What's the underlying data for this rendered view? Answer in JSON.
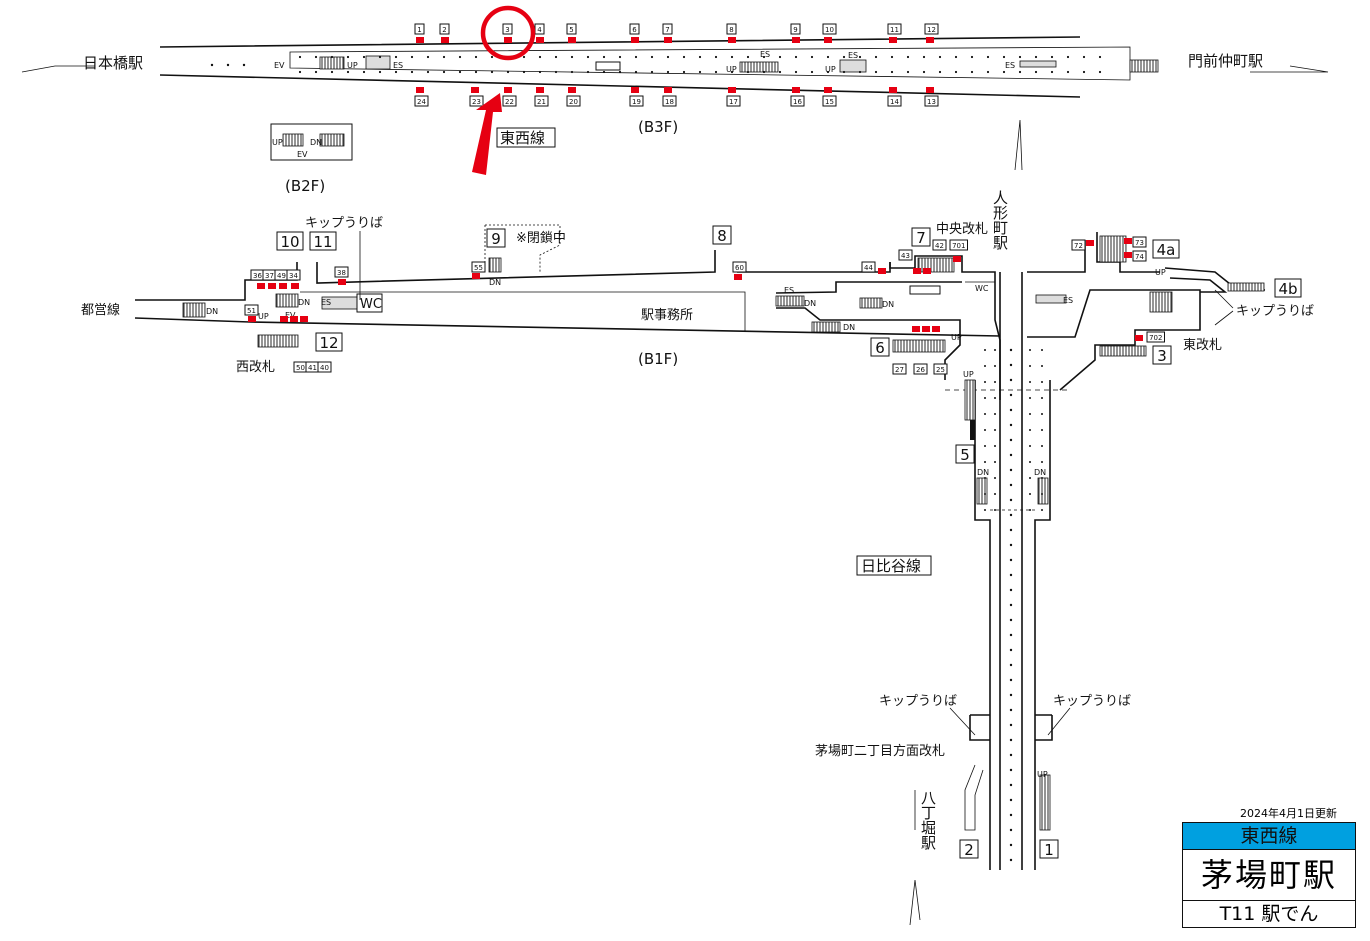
{
  "stations": {
    "west": "日本橋駅",
    "east": "門前仲町駅",
    "ningyocho": "人形町駅",
    "hatchobori": "八丁堀駅"
  },
  "floors": {
    "b3f": "(B3F)",
    "b2f": "(B2F)",
    "b1f": "(B1F)"
  },
  "lines": {
    "tozai": "東西線",
    "toei": "都営線",
    "hibiya": "日比谷線"
  },
  "platform_doors": {
    "top": [
      "1",
      "2",
      "3",
      "4",
      "5",
      "6",
      "7",
      "8",
      "9",
      "10",
      "11",
      "12"
    ],
    "bottom": [
      "24",
      "23",
      "22",
      "21",
      "20",
      "19",
      "18",
      "17",
      "16",
      "15",
      "14",
      "13"
    ]
  },
  "highlight": {
    "door": "3",
    "color": "#e60012"
  },
  "facility_labels": {
    "ev": "EV",
    "up": "UP",
    "dn": "DN",
    "es": "ES",
    "wc": "WC"
  },
  "exits": {
    "e1": "1",
    "e2": "2",
    "e3": "3",
    "e4a": "4a",
    "e4b": "4b",
    "e5": "5",
    "e6": "6",
    "e7": "7",
    "e8": "8",
    "e9": "9",
    "e9_note": "※閉鎖中",
    "e10": "10",
    "e11": "11",
    "e12": "12"
  },
  "gates": {
    "west": "西改札",
    "central": "中央改札",
    "east": "東改札",
    "south": "茅場町二丁目方面改札",
    "station_office": "駅事務所"
  },
  "ticket_booths": {
    "label": "キップうりば"
  },
  "exit_sub_numbers": [
    "36",
    "37",
    "49",
    "34",
    "38",
    "55",
    "51",
    "50",
    "41",
    "40",
    "60",
    "44",
    "43",
    "42",
    "701",
    "27",
    "26",
    "25",
    "72",
    "73",
    "74",
    "702"
  ],
  "footer": {
    "updated": "2024年4月1日更新",
    "line": "東西線",
    "station": "茅場町駅",
    "code": "T11 駅でん",
    "line_color": "#00a0e0"
  }
}
